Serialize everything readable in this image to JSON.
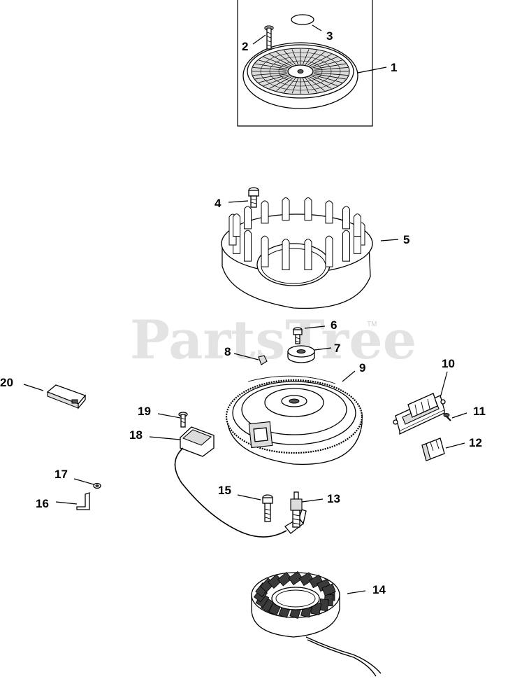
{
  "watermark": {
    "brand": "PartsTree",
    "trademark": "TM"
  },
  "callouts": {
    "c1": "1",
    "c2": "2",
    "c3": "3",
    "c4": "4",
    "c5": "5",
    "c6": "6",
    "c7": "7",
    "c8": "8",
    "c9": "9",
    "c10": "10",
    "c11": "11",
    "c12": "12",
    "c13": "13",
    "c14": "14",
    "c15": "15",
    "c16": "16",
    "c17": "17",
    "c18": "18",
    "c19": "19",
    "c20": "20"
  }
}
